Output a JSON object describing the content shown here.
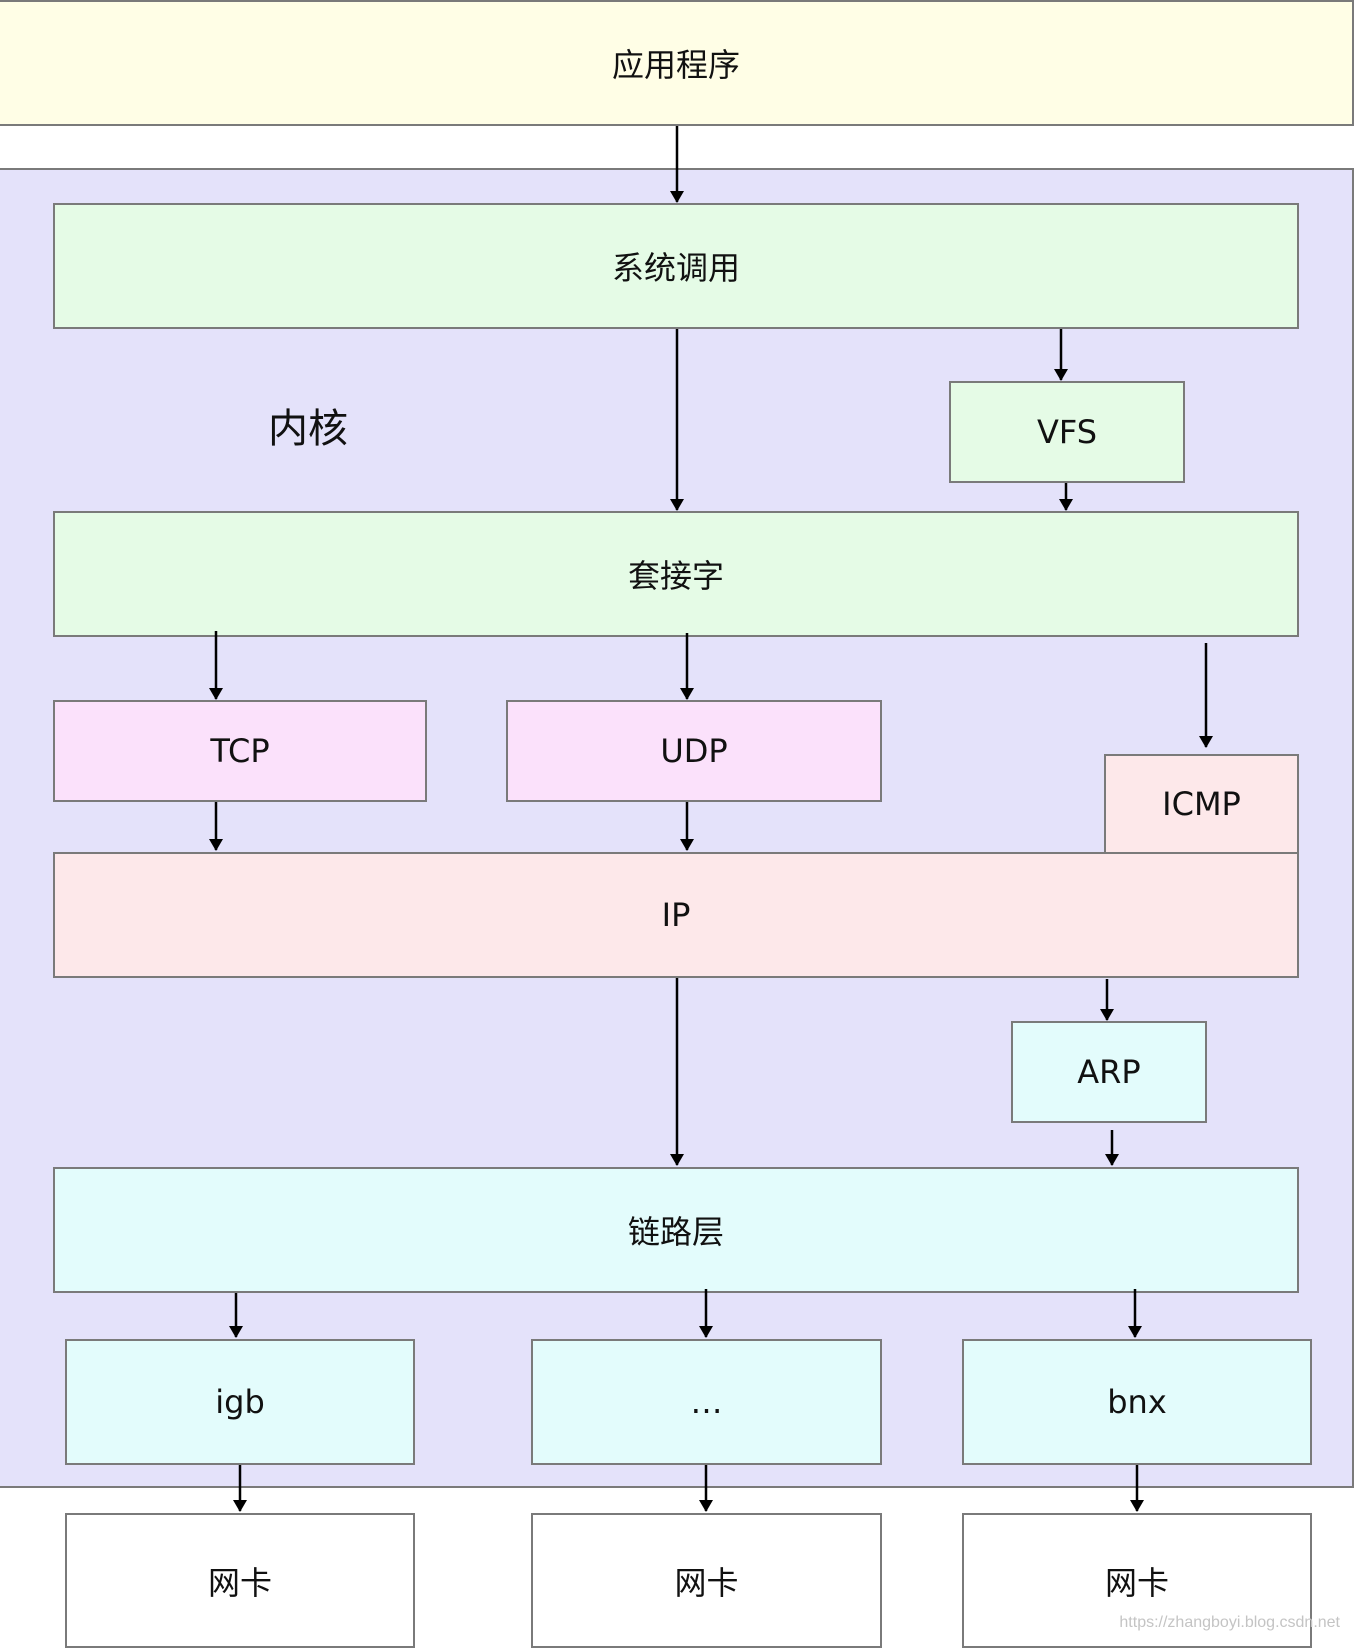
{
  "app": "应用程序",
  "kernel": "内核",
  "syscall": "系统调用",
  "vfs": "VFS",
  "socket": "套接字",
  "tcp": "TCP",
  "udp": "UDP",
  "icmp": "ICMP",
  "ip": "IP",
  "arp": "ARP",
  "link": "链路层",
  "drivers": [
    "igb",
    "…",
    "bnx"
  ],
  "nics": [
    "网卡",
    "网卡",
    "网卡"
  ],
  "watermark": "https://zhangboyi.blog.csdn.net",
  "colors": {
    "app": "#fffee6",
    "kernel": "#e4e2fa",
    "system": "#e5fbe6",
    "transport": "#fbe1fb",
    "network": "#fde8ea",
    "link": "#e3fcfc",
    "border": "#7a7a7a",
    "arrow": "#000000"
  }
}
